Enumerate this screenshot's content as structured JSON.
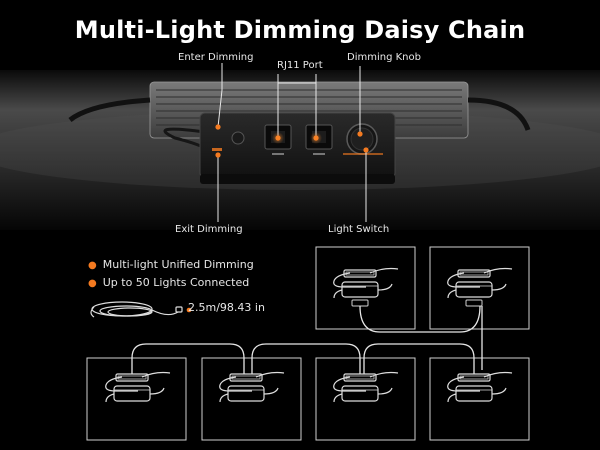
{
  "title": "Multi-Light Dimming Daisy Chain",
  "callouts": {
    "enter_dimming": "Enter Dimming",
    "rj11_port": "RJ11 Port",
    "dimming_knob": "Dimming Knob",
    "exit_dimming": "Exit Dimming",
    "light_switch": "Light Switch"
  },
  "features": [
    "Multi-light Unified Dimming",
    "Up to 50 Lights Connected"
  ],
  "cable_length": "2.5m/98.43 in",
  "colors": {
    "accent": "#f47a20",
    "background": "#000000",
    "panel_line": "#cccccc"
  }
}
